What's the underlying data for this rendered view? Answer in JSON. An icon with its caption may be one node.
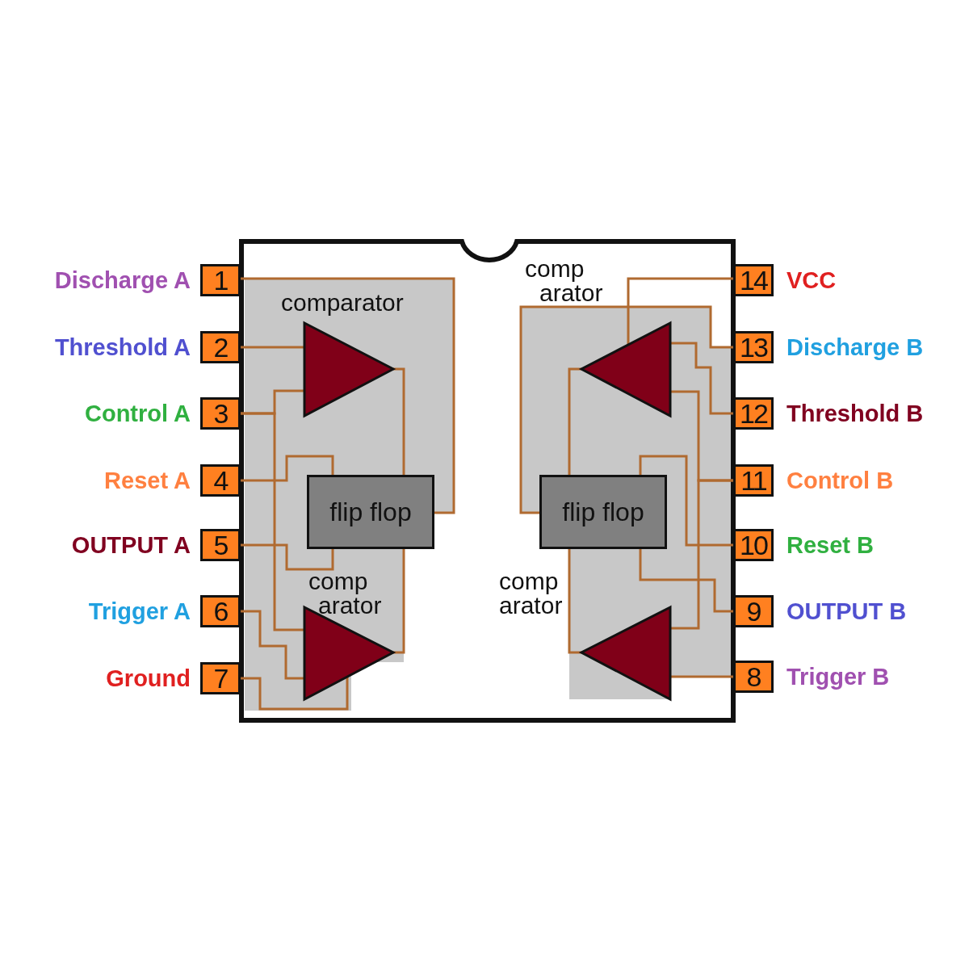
{
  "diagram": {
    "nodes": [
      {
        "text": [
          "1"
        ],
        "beside": [
          "Discharge A"
        ]
      },
      {
        "text": [
          "2"
        ],
        "beside": [
          "Threshold A"
        ]
      },
      {
        "text": [
          "3"
        ],
        "beside": [
          "Control A"
        ]
      },
      {
        "text": [
          "4"
        ],
        "beside": [
          "Reset A"
        ]
      },
      {
        "text": [
          "5"
        ],
        "beside": [
          "OUTPUT A"
        ]
      },
      {
        "text": [
          "6"
        ],
        "beside": [
          "Trigger A"
        ]
      },
      {
        "text": [
          "7"
        ],
        "beside": [
          "Ground"
        ]
      },
      {
        "text": [
          "8"
        ],
        "beside": [
          "Trigger B"
        ]
      },
      {
        "text": [
          "9"
        ],
        "beside": [
          "OUTPUT B"
        ]
      },
      {
        "text": [
          "10"
        ],
        "beside": [
          "Reset B"
        ]
      },
      {
        "text": [
          "11"
        ],
        "beside": [
          "Control B"
        ]
      },
      {
        "text": [
          "12"
        ],
        "beside": [
          "Threshold B"
        ]
      },
      {
        "text": [
          "13"
        ],
        "beside": [
          "Discharge B"
        ]
      },
      {
        "text": [
          "14"
        ],
        "beside": [
          "VCC"
        ]
      },
      {
        "text": [
          "flip flop"
        ]
      },
      {
        "text": [
          "flip flop"
        ]
      },
      {
        "text": [],
        "shape": "triangle"
      },
      {
        "text": [],
        "shape": "triangle"
      },
      {
        "text": [],
        "shape": "triangle"
      },
      {
        "text": [],
        "shape": "triangle"
      }
    ],
    "edges": [
      {
        "from": 0,
        "to": 14,
        "arrow": "none"
      },
      {
        "from": 1,
        "to": 16,
        "arrow": "none"
      },
      {
        "from": 2,
        "to": 16,
        "arrow": "none"
      },
      {
        "from": 2,
        "to": 17,
        "arrow": "none"
      },
      {
        "from": 16,
        "to": 14,
        "arrow": "none"
      },
      {
        "from": 3,
        "to": 14,
        "arrow": "none"
      },
      {
        "from": 4,
        "to": 14,
        "arrow": "none"
      },
      {
        "from": 17,
        "to": 14,
        "arrow": "none"
      },
      {
        "from": 5,
        "to": 17,
        "arrow": "none"
      },
      {
        "from": 6,
        "to": 17,
        "arrow": "none"
      },
      {
        "from": 13,
        "to": 18,
        "arrow": "none"
      },
      {
        "from": 12,
        "to": 15,
        "arrow": "none"
      },
      {
        "from": 11,
        "to": 18,
        "arrow": "none"
      },
      {
        "from": 10,
        "to": 18,
        "arrow": "none"
      },
      {
        "from": 10,
        "to": 19,
        "arrow": "none"
      },
      {
        "from": 18,
        "to": 15,
        "arrow": "none"
      },
      {
        "from": 9,
        "to": 15,
        "arrow": "none"
      },
      {
        "from": 8,
        "to": 15,
        "arrow": "none"
      },
      {
        "from": 19,
        "to": 15,
        "arrow": "none"
      },
      {
        "from": 7,
        "to": 19,
        "arrow": "none"
      }
    ],
    "labels": [
      "comparator",
      "comp arator",
      "comp arator",
      "comp arator"
    ]
  }
}
